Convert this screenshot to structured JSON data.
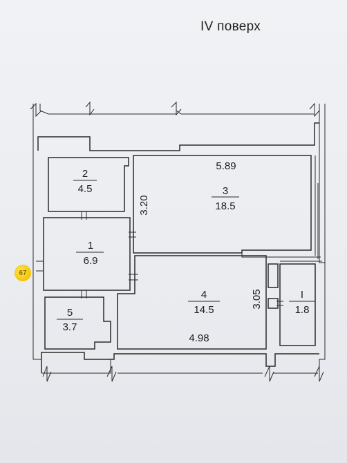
{
  "title": "IV поверх",
  "marker": {
    "label": "67",
    "color": "#f5c400"
  },
  "rooms": [
    {
      "id": "room-2",
      "number": "2",
      "area": "4.5"
    },
    {
      "id": "room-3",
      "number": "3",
      "area": "18.5"
    },
    {
      "id": "room-1",
      "number": "1",
      "area": "6.9"
    },
    {
      "id": "room-4",
      "number": "4",
      "area": "14.5"
    },
    {
      "id": "room-5",
      "number": "5",
      "area": "3.7"
    },
    {
      "id": "room-I",
      "number": "I",
      "area": "1.8"
    }
  ],
  "dimensions": {
    "room3_width": "5.89",
    "room3_height": "3.20",
    "room4_width": "4.98",
    "room4_height": "3.05"
  }
}
